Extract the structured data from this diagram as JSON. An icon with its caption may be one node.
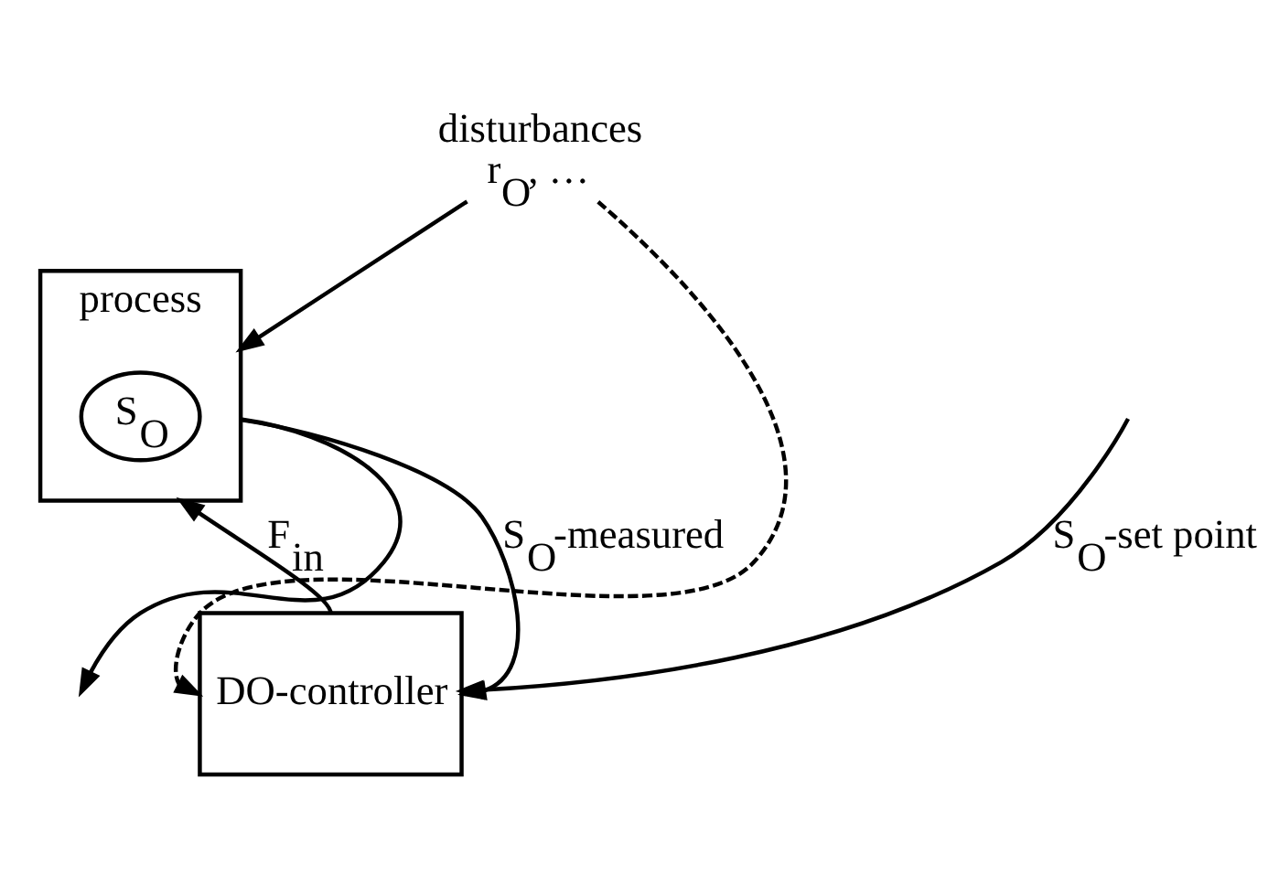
{
  "diagram": {
    "nodes": [
      {
        "text": [
          "process"
        ]
      },
      {
        "text": [
          "S$_{O}$"
        ],
        "in": 0
      },
      {
        "text": [
          "DO-controller"
        ]
      },
      {
        "text": [
          "disturbances",
          "r$_{O}$, …"
        ]
      }
    ],
    "edges": [
      {
        "from": 3,
        "to": 0,
        "arrow": "to"
      },
      {
        "from": 3,
        "to": 2,
        "arrow": "to",
        "style": "dashed"
      },
      {
        "from": 0,
        "to": null,
        "arrow": "to"
      },
      {
        "from": 0,
        "to": 2,
        "arrow": "to",
        "label": "S$_{O}$-measured"
      },
      {
        "from": 2,
        "to": 0,
        "arrow": "to",
        "label": "F$_{in}$"
      },
      {
        "from": null,
        "to": 2,
        "arrow": "to",
        "label": "S$_{O}$-set point"
      }
    ]
  }
}
